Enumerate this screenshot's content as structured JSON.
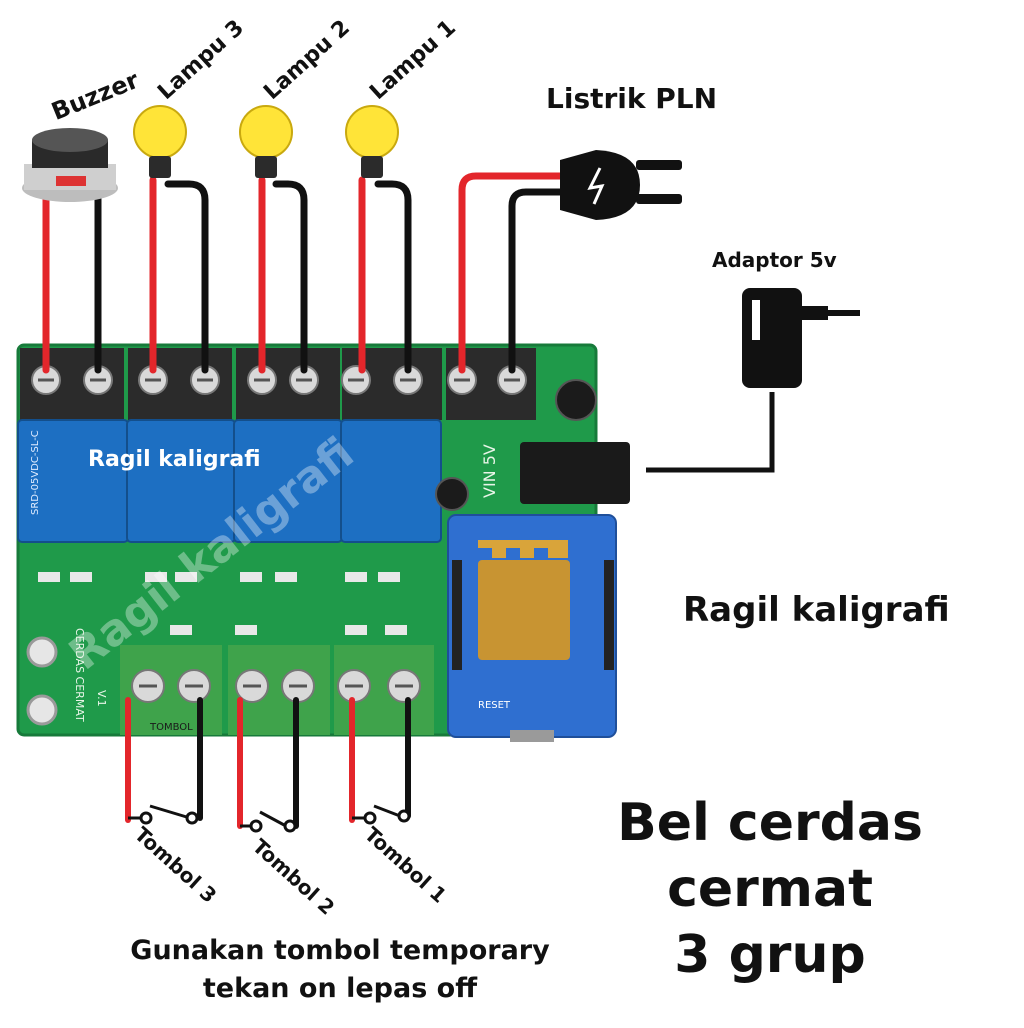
{
  "labels": {
    "buzzer": "Buzzer",
    "lampu3": "Lampu 3",
    "lampu2": "Lampu 2",
    "lampu1": "Lampu 1",
    "listrik": "Listrik PLN",
    "adaptor": "Adaptor 5v",
    "tombol3": "Tombol 3",
    "tombol2": "Tombol 2",
    "tombol1": "Tombol 1"
  },
  "title": {
    "line1": "Bel cerdas cermat",
    "line2": "3 grup"
  },
  "note": {
    "line1": "Gunakan tombol temporary",
    "line2": "tekan on lepas off"
  },
  "watermarks": {
    "board": "Ragil kaligrafi",
    "right": "Ragil kaligrafi",
    "diagonal": "Ragil kaligrafi"
  },
  "board": {
    "silk_name": "CERDAS CERMAT",
    "silk_version": "V.1",
    "silk_power": "VIN 5V",
    "silk_tombol": "TOMBOL",
    "silk_reset": "RESET",
    "relay_text": "SRD-05VDC-SL-C"
  },
  "colors": {
    "pcb": "#1f9a4a",
    "relay": "#1d6fc2",
    "terminal": "#2b2b2b",
    "terminal_green": "#3fa34b",
    "wire_red": "#e3262b",
    "wire_black": "#111111",
    "bulb": "#ffe438",
    "esp_board": "#2f6fd0"
  }
}
